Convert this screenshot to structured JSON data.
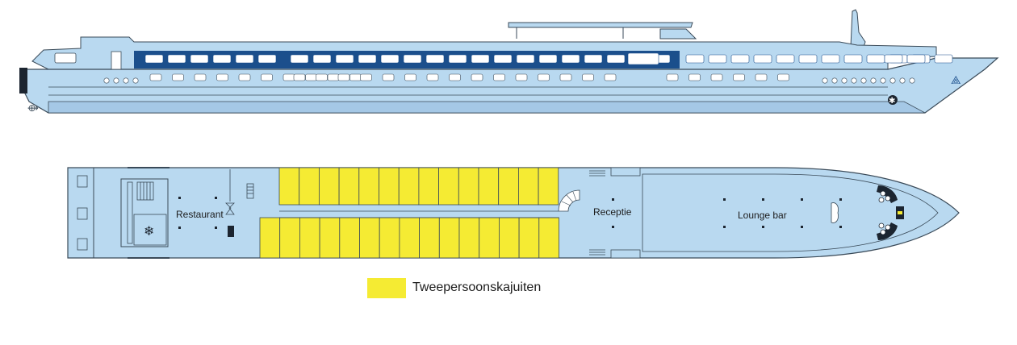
{
  "labels": {
    "restaurant": "Restaurant",
    "reception": "Receptie",
    "lounge": "Lounge bar"
  },
  "legend": {
    "label": "Tweepersoonskajuiten",
    "color": "#f5eb33"
  },
  "colors": {
    "hull": "#b9d9f0",
    "hull_dark": "#a5c8e6",
    "window_band": "#1b4f8c",
    "outline": "#3a4a58",
    "cabin": "#f5eb33"
  },
  "icons": [
    "snowflake-icon",
    "stairs-icon",
    "spiral-staircase-icon",
    "propeller-icon",
    "anchor-icon"
  ]
}
